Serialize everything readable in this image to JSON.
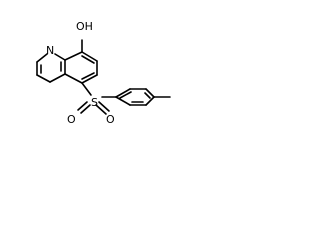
{
  "labels": {
    "hydroxyl": "OH",
    "nitrogen": "N",
    "sulfur": "S",
    "oxygen_left": "O",
    "oxygen_right": "O"
  },
  "colors": {
    "ink": "#000000",
    "background": "#ffffff"
  }
}
